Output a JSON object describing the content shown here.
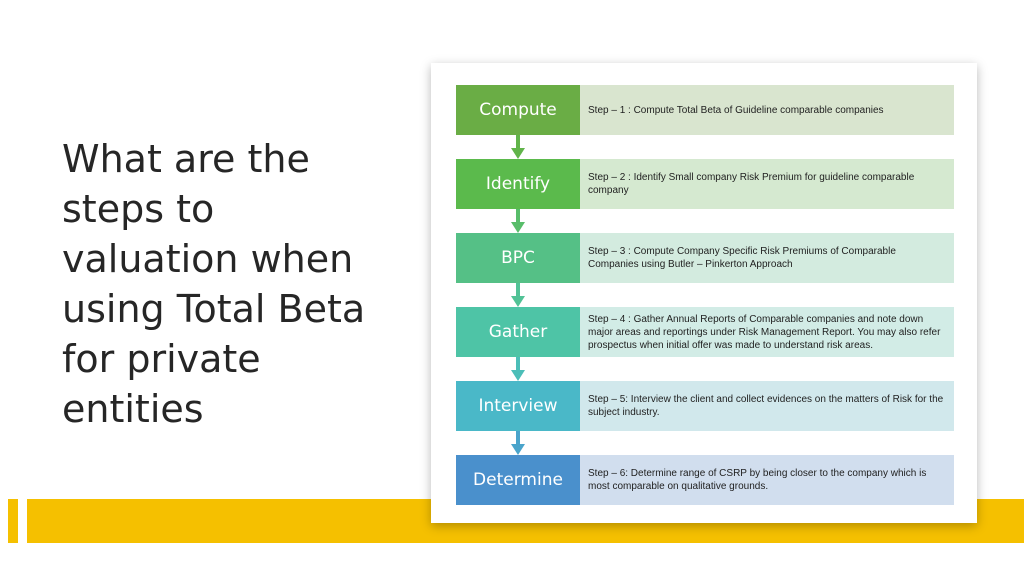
{
  "heading": "What are the steps to valuation when using Total Beta for private entities",
  "steps": [
    {
      "label": "Compute",
      "description": "Step – 1 : Compute Total Beta of Guideline comparable companies",
      "label_color": "#6aad45",
      "desc_color": "#d9e5cf"
    },
    {
      "label": "Identify",
      "description": "Step – 2 : Identify Small company Risk Premium for guideline comparable company",
      "label_color": "#5bba4c",
      "desc_color": "#d5e9d0"
    },
    {
      "label": "BPC",
      "description": "Step – 3 : Compute Company Specific Risk Premiums of Comparable Companies using Butler – Pinkerton Approach",
      "label_color": "#55c086",
      "desc_color": "#d3ebdf"
    },
    {
      "label": "Gather",
      "description": "Step – 4 : Gather Annual Reports of Comparable companies and note down major areas and reportings under Risk Management Report. You may also refer prospectus when initial offer was made to understand risk areas.",
      "label_color": "#4ec4a6",
      "desc_color": "#d2ece6"
    },
    {
      "label": "Interview",
      "description": "Step – 5: Interview the client and collect evidences on the matters of Risk for the subject industry.",
      "label_color": "#4ab8c8",
      "desc_color": "#d1e8ec"
    },
    {
      "label": "Determine",
      "description": "Step – 6: Determine range of CSRP by being closer to the company which is most comparable on qualitative grounds.",
      "label_color": "#4a90cc",
      "desc_color": "#d1deee"
    }
  ],
  "connector_colors": [
    "#61b44a",
    "#58bd6a",
    "#51c296",
    "#4cbeb8",
    "#4aa4cb"
  ]
}
